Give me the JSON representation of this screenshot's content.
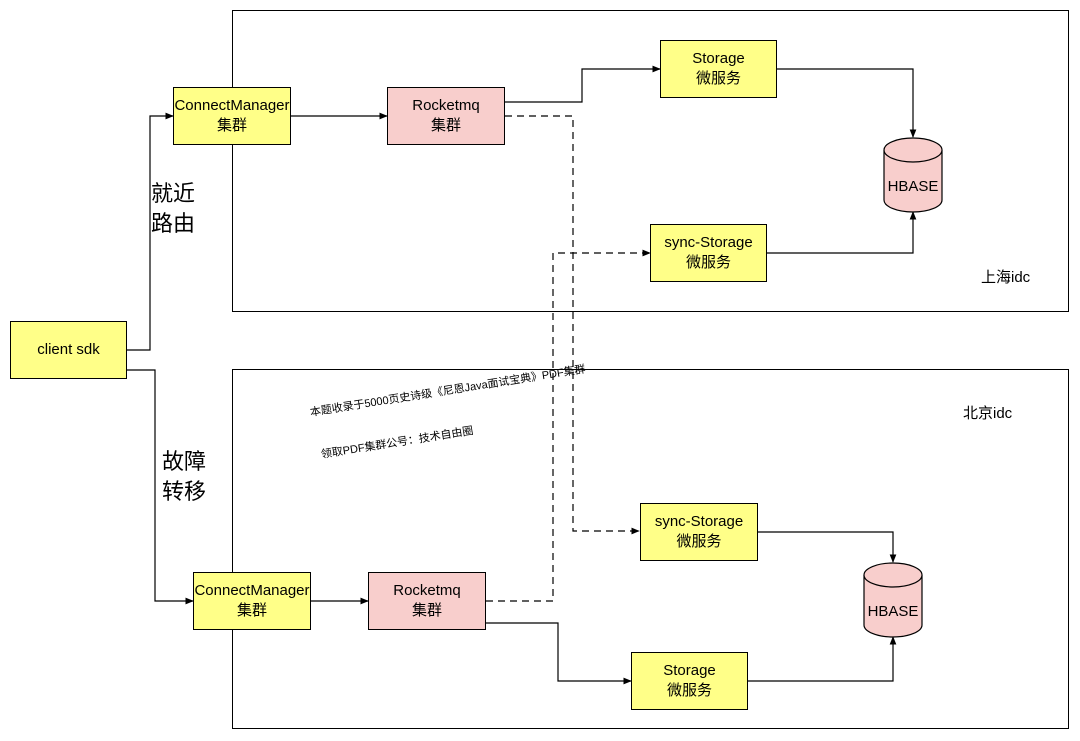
{
  "regions": {
    "shanghai": {
      "label": "上海idc"
    },
    "beijing": {
      "label": "北京idc"
    }
  },
  "client": {
    "label": "client sdk"
  },
  "edge_labels": {
    "nearest": [
      "就近",
      "路由"
    ],
    "failover": [
      "故障",
      "转移"
    ]
  },
  "shanghai": {
    "connect_manager": [
      "ConnectManager",
      "集群"
    ],
    "rocketmq": [
      "Rocketmq",
      "集群"
    ],
    "storage": [
      "Storage",
      "微服务"
    ],
    "sync_storage": [
      "sync-Storage",
      "微服务"
    ],
    "hbase": "HBASE"
  },
  "beijing": {
    "connect_manager": [
      "ConnectManager",
      "集群"
    ],
    "rocketmq": [
      "Rocketmq",
      "集群"
    ],
    "storage": [
      "Storage",
      "微服务"
    ],
    "sync_storage": [
      "sync-Storage",
      "微服务"
    ],
    "hbase": "HBASE"
  },
  "watermark": {
    "line1": "本题收录于5000页史诗级《尼恩Java面试宝典》PDF集群",
    "line2": "领取PDF集群公号：技术自由圈"
  },
  "colors": {
    "node_yellow": "#ffff88",
    "node_pink": "#f8cecc",
    "line": "#000000"
  }
}
